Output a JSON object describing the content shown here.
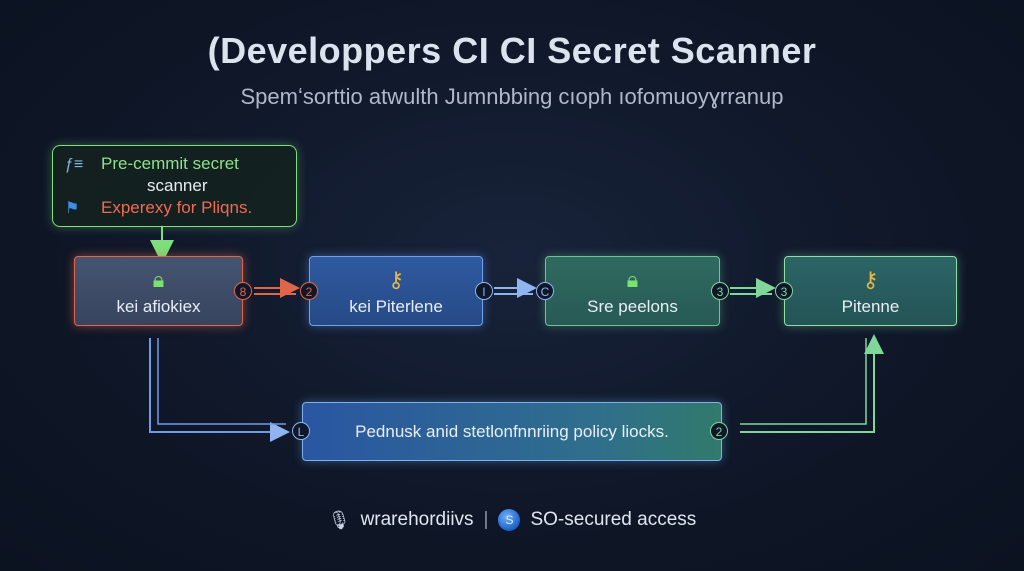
{
  "header": {
    "title": "(Developpers CI CI Secret Scanner",
    "subtitle": "Spemʻsorttio atwulth Jumnbbing cıoph ıofomuoyɣrranup"
  },
  "callout": {
    "line1": "Pre-cemmit secret",
    "line2": "scanner",
    "line3": "Experexy for Pliqns.",
    "icons": [
      "document-icon",
      "flag-icon"
    ]
  },
  "stages": [
    {
      "label": "kei afiokiex",
      "icon": "lock-icon",
      "accent": "#e0664a"
    },
    {
      "label": "kei Piterlene",
      "icon": "key-icon",
      "accent": "#6fa0ee"
    },
    {
      "label": "Sre peelons",
      "icon": "lock-icon",
      "accent": "#6ac78f"
    },
    {
      "label": "Pitenne",
      "icon": "key-icon",
      "accent": "#8fe0a8"
    }
  ],
  "connector_badges": [
    "8",
    "2",
    "l",
    "C",
    "3",
    "3"
  ],
  "policy": {
    "label": "Pednusk anid stetlonfnnriing policy liocks.",
    "badge_left": "L",
    "badge_right": "2"
  },
  "footer": {
    "left_text": "wrarehordiivs",
    "separator": "|",
    "right_text": "SO-secured access",
    "icons": [
      "microphone-icon",
      "globe-icon"
    ]
  }
}
